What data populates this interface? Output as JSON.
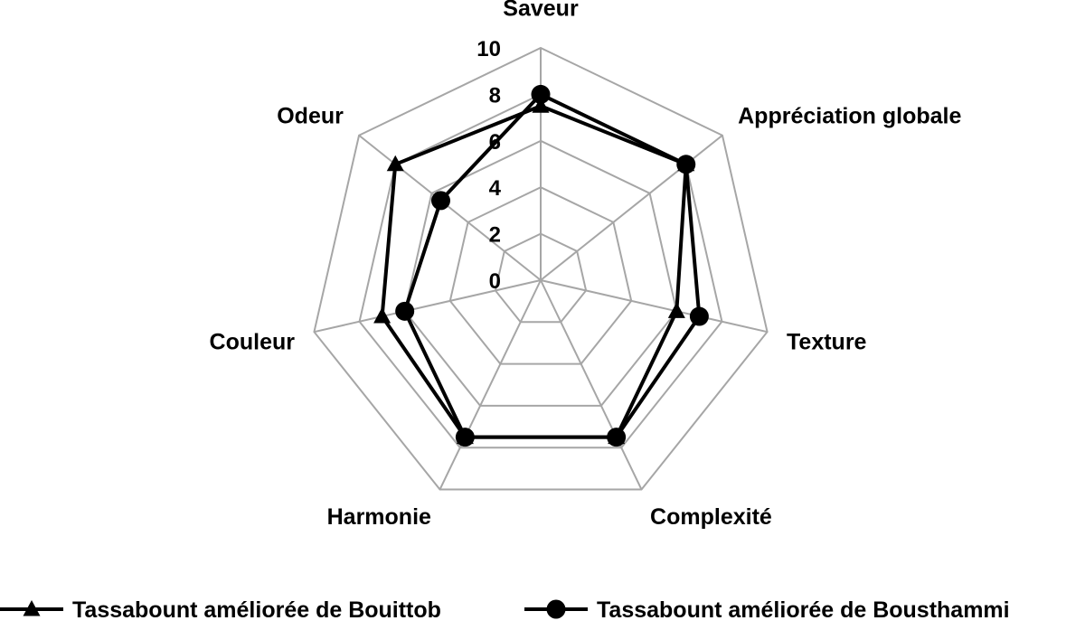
{
  "chart_data": {
    "type": "radar",
    "axes": [
      "Saveur",
      "Appréciation globale",
      "Texture",
      "Complexité",
      "Harmonie",
      "Couleur",
      "Odeur"
    ],
    "rlim": [
      0,
      10
    ],
    "ticks": [
      0,
      2,
      4,
      6,
      8,
      10
    ],
    "grid": true,
    "legend_position": "bottom",
    "series": [
      {
        "name": "Tassabount  améliorée de Bouittob",
        "marker": "triangle",
        "color": "#000000",
        "values": [
          7.5,
          8.0,
          6.0,
          7.5,
          7.5,
          7.0,
          8.0
        ]
      },
      {
        "name": "Tassabount  améliorée de Bousthammi",
        "marker": "circle",
        "color": "#000000",
        "values": [
          8.0,
          8.0,
          7.0,
          7.5,
          7.5,
          6.0,
          5.5
        ]
      }
    ],
    "colors": {
      "grid": "#a6a6a6",
      "series": "#000000"
    }
  }
}
